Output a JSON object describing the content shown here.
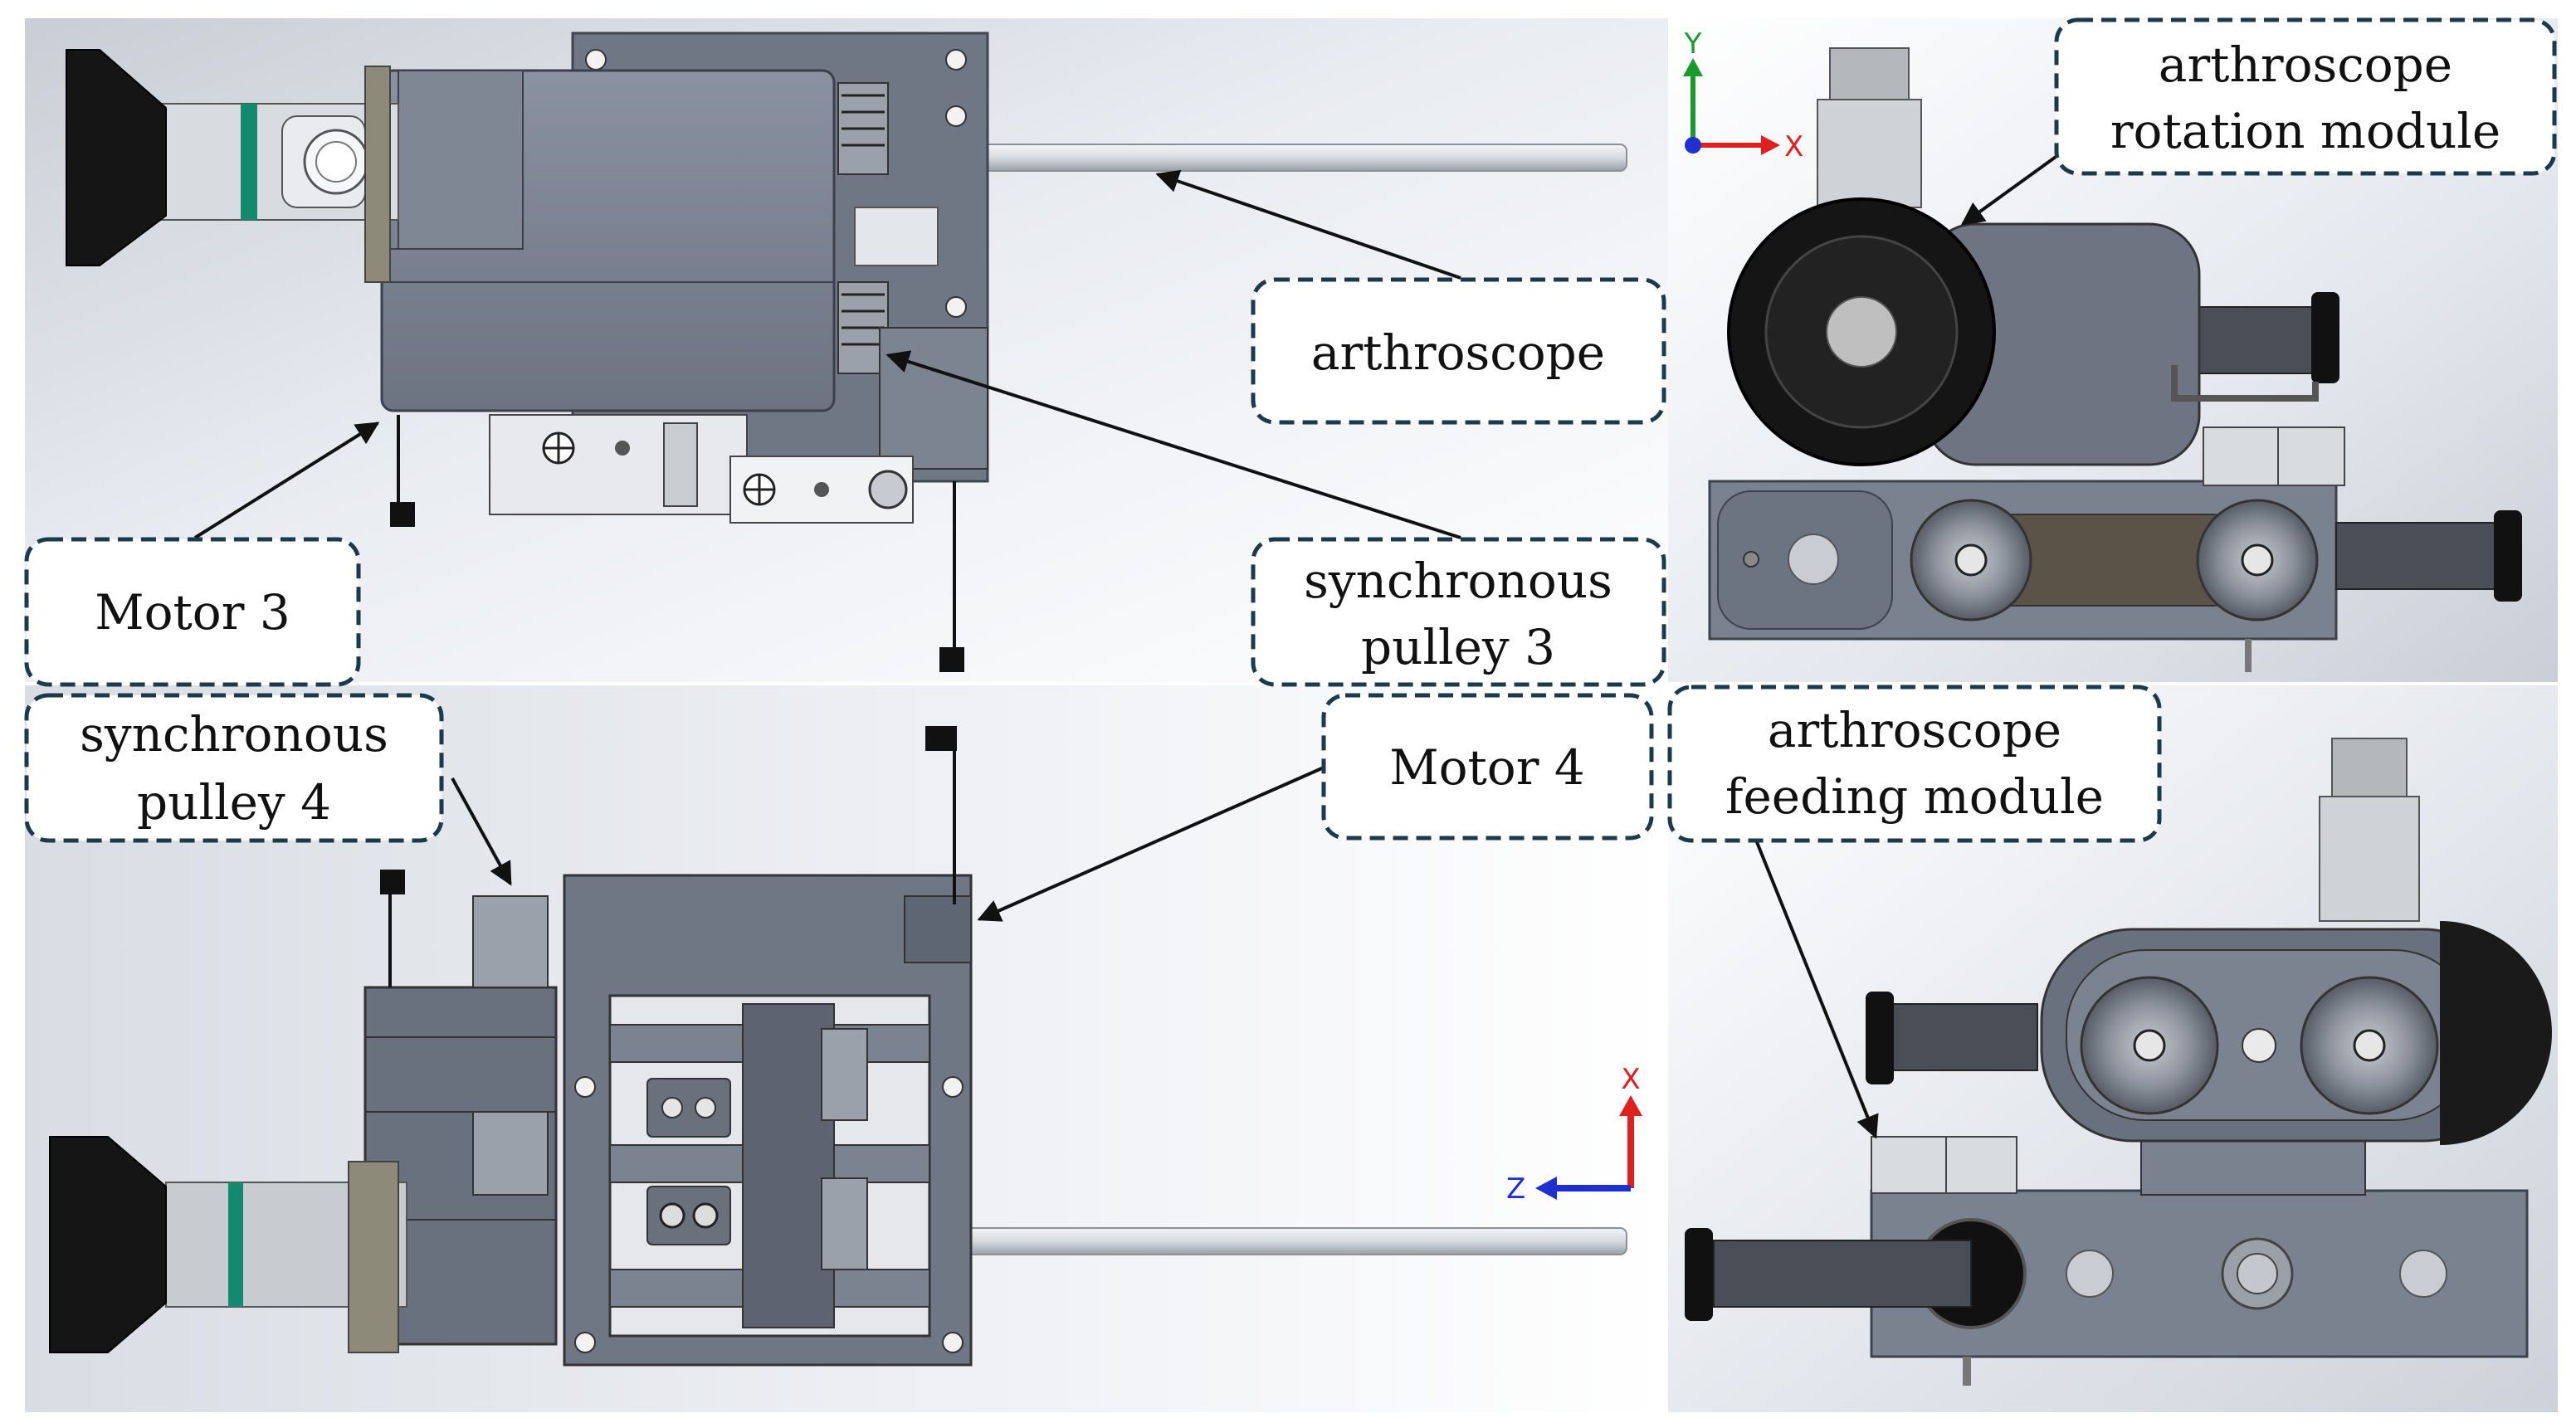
{
  "figure": {
    "panels": [
      {
        "id": "top-left",
        "view": "top view of arthroscope rotation module"
      },
      {
        "id": "top-right",
        "view": "front view of arthroscope rotation module"
      },
      {
        "id": "bottom-left",
        "view": "side view of arthroscope feeding module"
      },
      {
        "id": "bottom-right",
        "view": "front view of arthroscope feeding module"
      }
    ],
    "callouts": {
      "motor3": {
        "text": "Motor 3"
      },
      "arthroscope": {
        "text": "arthroscope"
      },
      "pulley3": {
        "line1": "synchronous",
        "line2": "pulley 3"
      },
      "rotation_module": {
        "line1": "arthroscope",
        "line2": "rotation module"
      },
      "pulley4": {
        "line1": "synchronous",
        "line2": "pulley 4"
      },
      "motor4": {
        "text": "Motor 4"
      },
      "feeding_module": {
        "line1": "arthroscope",
        "line2": "feeding module"
      }
    },
    "axes": {
      "triad_top_right": {
        "vertical": "Y",
        "horizontal": "X"
      },
      "triad_bottom_left": {
        "vertical": "X",
        "horizontal": "Z"
      }
    },
    "colors": {
      "housing": "#7a818f",
      "housing_dark": "#5f6673",
      "black_part": "#1a1a1a",
      "shaft": "#dcdfe3",
      "callout_border": "#1b3a4b",
      "axis_red": "#e02020",
      "axis_green": "#1a9a2a",
      "axis_blue": "#2030d0"
    }
  }
}
